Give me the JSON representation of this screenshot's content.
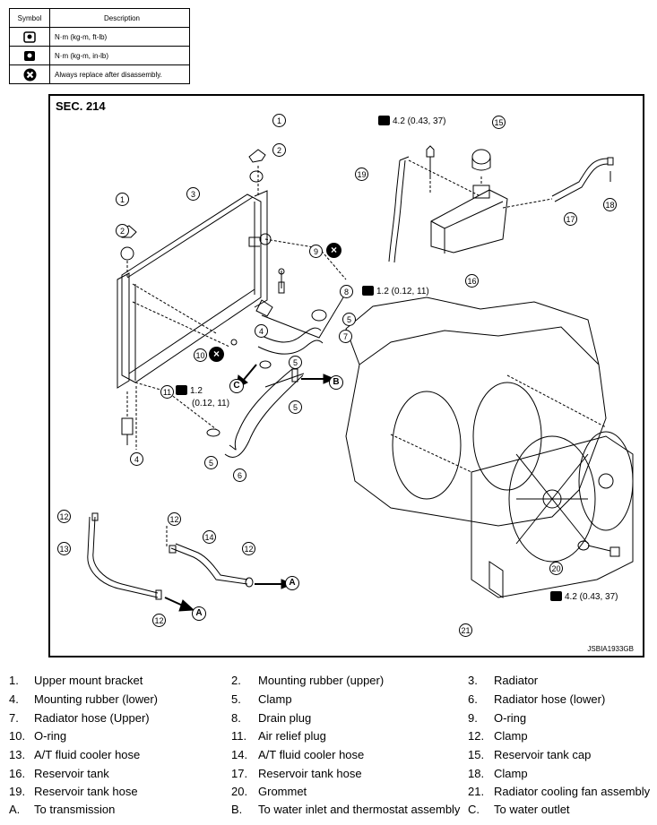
{
  "legend": {
    "headers": [
      "Symbol",
      "Description"
    ],
    "rows": [
      {
        "icon": "torque-ft-lb-icon",
        "text": "N·m (kg-m, ft-lb)"
      },
      {
        "icon": "torque-in-lb-icon",
        "text": "N·m (kg-m, in-lb)"
      },
      {
        "icon": "always-replace-icon",
        "text": "Always replace after disassembly."
      }
    ]
  },
  "figure": {
    "section": "SEC. 214",
    "figure_id": "JSBIA1933GB",
    "callouts": [
      "1",
      "2",
      "3",
      "1",
      "2",
      "4",
      "5",
      "6",
      "7",
      "8",
      "9",
      "10",
      "11",
      "12",
      "13",
      "14",
      "15",
      "16",
      "17",
      "18",
      "19",
      "20",
      "21",
      "5",
      "5",
      "12",
      "12",
      "4",
      "5"
    ],
    "letters": [
      "A",
      "B",
      "C",
      "A"
    ],
    "torques": {
      "reservoir_bolt": "4.2 (0.43, 37)",
      "drain_plug": "1.2 (0.12, 11)",
      "air_relief_line1": "1.2",
      "air_relief_line2": "(0.12, 11)",
      "fan_bolt": "4.2 (0.43, 37)"
    },
    "replace_mark": "×"
  },
  "parts": [
    [
      {
        "n": "1.",
        "t": "Upper mount bracket"
      },
      {
        "n": "2.",
        "t": "Mounting rubber (upper)"
      },
      {
        "n": "3.",
        "t": "Radiator"
      }
    ],
    [
      {
        "n": "4.",
        "t": "Mounting rubber (lower)"
      },
      {
        "n": "5.",
        "t": "Clamp"
      },
      {
        "n": "6.",
        "t": "Radiator hose (lower)"
      }
    ],
    [
      {
        "n": "7.",
        "t": "Radiator hose (Upper)"
      },
      {
        "n": "8.",
        "t": "Drain plug"
      },
      {
        "n": "9.",
        "t": "O-ring"
      }
    ],
    [
      {
        "n": "10.",
        "t": "O-ring"
      },
      {
        "n": "11.",
        "t": "Air relief plug"
      },
      {
        "n": "12.",
        "t": "Clamp"
      }
    ],
    [
      {
        "n": "13.",
        "t": "A/T fluid cooler hose"
      },
      {
        "n": "14.",
        "t": "A/T fluid cooler hose"
      },
      {
        "n": "15.",
        "t": "Reservoir tank cap"
      }
    ],
    [
      {
        "n": "16.",
        "t": "Reservoir tank"
      },
      {
        "n": "17.",
        "t": "Reservoir tank hose"
      },
      {
        "n": "18.",
        "t": "Clamp"
      }
    ],
    [
      {
        "n": "19.",
        "t": "Reservoir tank hose"
      },
      {
        "n": "20.",
        "t": "Grommet"
      },
      {
        "n": "21.",
        "t": "Radiator cooling fan assembly"
      }
    ],
    [
      {
        "n": "A.",
        "t": "To transmission"
      },
      {
        "n": "B.",
        "t": "To water inlet and thermostat assembly"
      },
      {
        "n": "C.",
        "t": "To water outlet"
      }
    ]
  ]
}
